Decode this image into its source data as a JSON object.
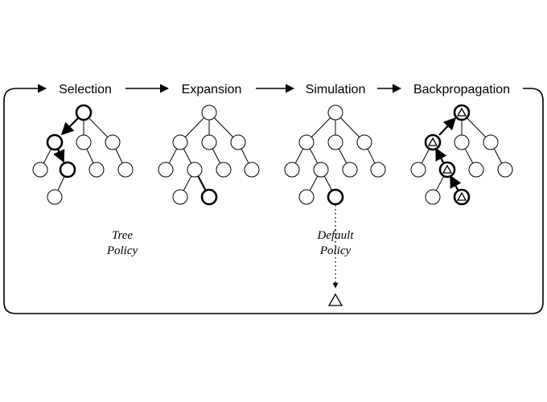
{
  "stages": [
    {
      "id": "selection",
      "label": "Selection"
    },
    {
      "id": "expansion",
      "label": "Expansion"
    },
    {
      "id": "simulation",
      "label": "Simulation"
    },
    {
      "id": "backpropagation",
      "label": "Backpropagation"
    }
  ],
  "policies": {
    "tree": {
      "line1": "Tree",
      "line2": "Policy"
    },
    "default": {
      "line1": "Default",
      "line2": "Policy"
    }
  },
  "colors": {
    "stroke": "#000000",
    "background": "#ffffff"
  }
}
